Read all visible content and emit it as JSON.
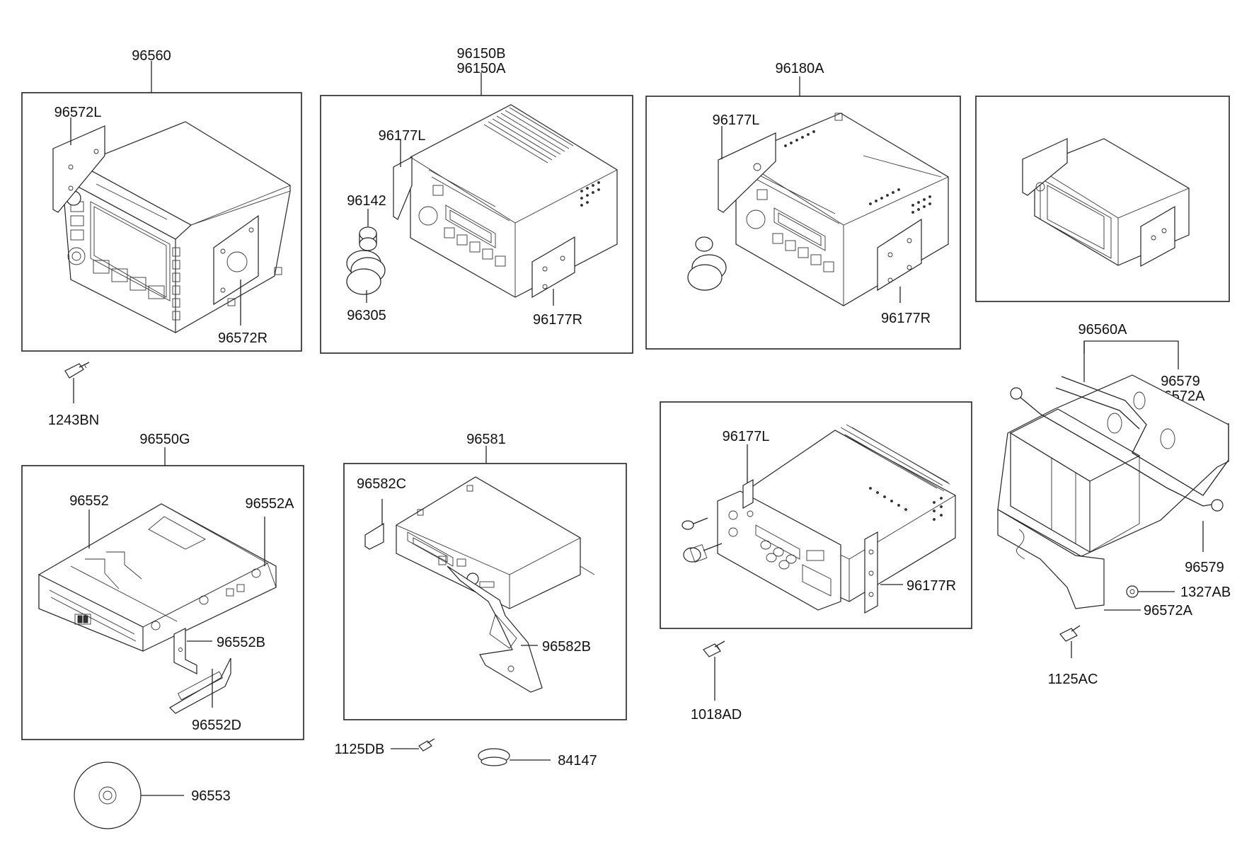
{
  "diagram": {
    "labels": {
      "p96560": "96560",
      "p96572L": "96572L",
      "p96572R": "96572R",
      "p1243BN": "1243BN",
      "p96150B": "96150B",
      "p96150A": "96150A",
      "p96177L_a": "96177L",
      "p96142": "96142",
      "p96305": "96305",
      "p96177R_a": "96177R",
      "p96180A": "96180A",
      "p96177L_b": "96177L",
      "p96177R_b": "96177R",
      "p96560A": "96560A",
      "p96579_top": "96579",
      "p96572A_top": "96572A",
      "p96579_side": "96579",
      "p1327AB": "1327AB",
      "p96572A_side": "96572A",
      "p1125AC": "1125AC",
      "p96550G": "96550G",
      "p96552": "96552",
      "p96552A": "96552A",
      "p96552B": "96552B",
      "p96552D": "96552D",
      "p96553": "96553",
      "p96581": "96581",
      "p96582C": "96582C",
      "p96582B": "96582B",
      "p1125DB": "1125DB",
      "p84147": "84147",
      "p96177L_c": "96177L",
      "p96177R_c": "96177R",
      "p1018AD": "1018AD"
    }
  }
}
